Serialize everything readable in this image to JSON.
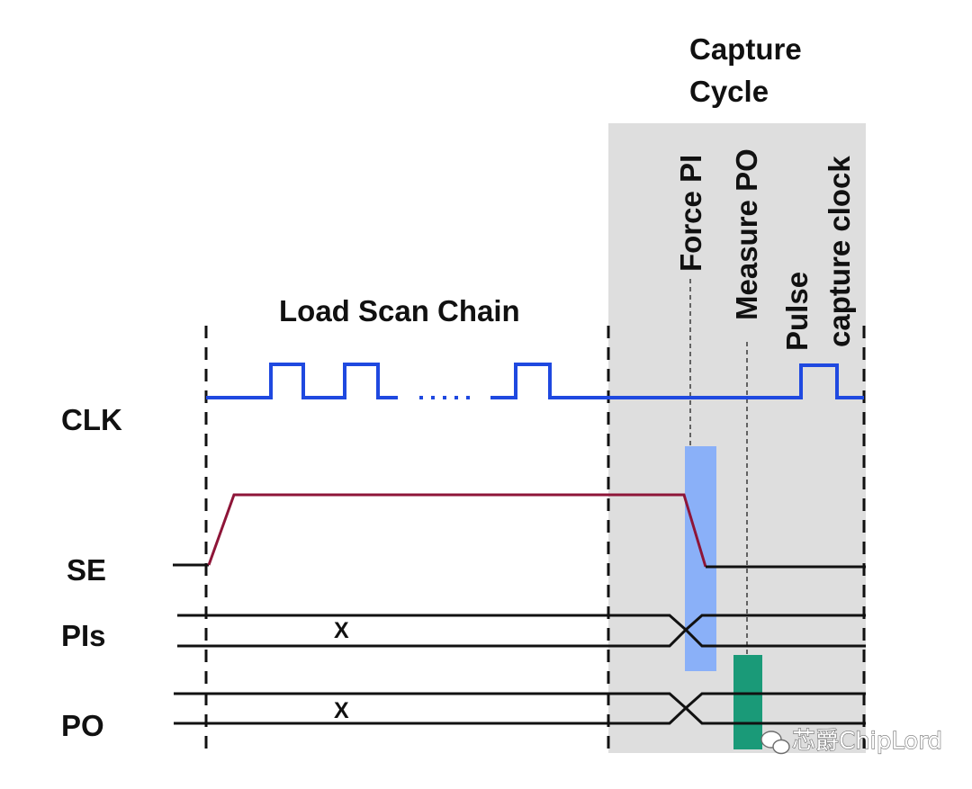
{
  "signals": {
    "clk": "CLK",
    "se": "SE",
    "pis": "PIs",
    "po": "PO"
  },
  "phases": {
    "load": "Load Scan Chain",
    "capture_line1": "Capture",
    "capture_line2": "Cycle"
  },
  "events": {
    "force_pi": "Force PI",
    "measure_po": "Measure PO",
    "pulse_line1": "Pulse",
    "pulse_line2": "capture clock"
  },
  "markers": {
    "unknown_pis": "X",
    "unknown_po": "X",
    "clock_ellipsis": "....."
  },
  "watermark": "芯爵ChipLord",
  "colors": {
    "clock": "#1f49e0",
    "scan_enable": "#8e1538",
    "capture_bg": "#dedede",
    "force_bar": "#8ab0f8",
    "measure_bar": "#1a9a78",
    "signal": "#111111"
  }
}
